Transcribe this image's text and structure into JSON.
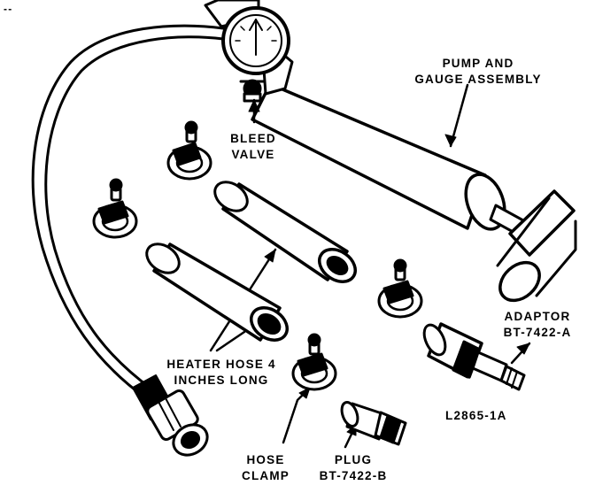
{
  "labels": {
    "corner_mark": "--",
    "pump_line1": "PUMP AND",
    "pump_line2": "GAUGE ASSEMBLY",
    "bleed_line1": "BLEED",
    "bleed_line2": "VALVE",
    "adaptor_line1": "ADAPTOR",
    "adaptor_line2": "BT-7422-A",
    "heater_line1": "HEATER HOSE 4",
    "heater_line2": "INCHES LONG",
    "figure_id": "L2865-1A",
    "hose_clamp_line1": "HOSE",
    "hose_clamp_line2": "CLAMP",
    "plug_line1": "PLUG",
    "plug_line2": "BT-7422-B"
  },
  "colors": {
    "ink": "#000000",
    "paper": "#ffffff"
  }
}
